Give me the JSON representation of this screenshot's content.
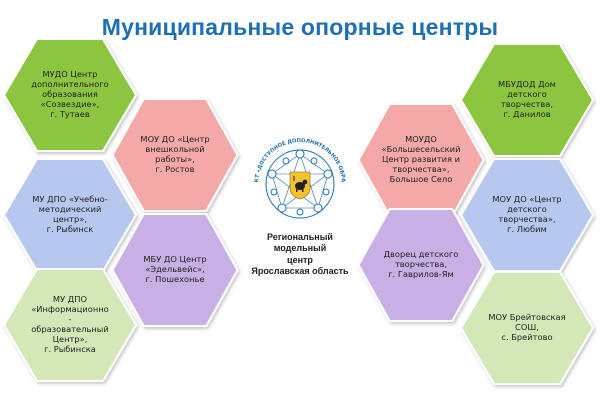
{
  "title": "Муниципальные опорные центры",
  "colors": {
    "title": "#1f6fb3",
    "green": "#8cc63f",
    "pink": "#f4a9a8",
    "blue": "#b7c8ee",
    "purple": "#c8b0e4",
    "light_green": "#d3e8b6"
  },
  "hexagons": [
    {
      "id": "sozvezdie",
      "text": "МУДО Центр\nдополнительного\nобразования\n«Созвездие»,\nг. Тутаев",
      "color": "green"
    },
    {
      "id": "rostov",
      "text": "МОУ ДО «Центр\nвнешкольной\nработы»,\nг. Ростов",
      "color": "pink"
    },
    {
      "id": "rybinsk-umc",
      "text": "МУ ДПО «Учебно-\nметодический\nцентр»,\nг. Рыбинск",
      "color": "blue"
    },
    {
      "id": "poshekhonye",
      "text": "МБУ ДО Центр\n«Эдельвейс»,\nг. Пошехонье",
      "color": "purple"
    },
    {
      "id": "rybinsk-ioc",
      "text": "МУ ДПО\n«Информационно\n-\nобразовательный\nЦентр»,\nг. Рыбинска",
      "color": "light_green"
    },
    {
      "id": "bolshoe-selo",
      "text": "МОУДО\n«Большесельский\nЦентр развития и\nтворчества»,\nБольшое Село",
      "color": "pink"
    },
    {
      "id": "danilov",
      "text": "МБУДОД Дом\nдетского\nтворчества,\nг. Данилов",
      "color": "green"
    },
    {
      "id": "lyubim",
      "text": "МОУ ДО «Центр\nдетского\nтворчества»,\nг. Любим",
      "color": "blue"
    },
    {
      "id": "gavrilov-yam",
      "text": "Дворец детского\nтворчества,\nг. Гаврилов-Ям",
      "color": "purple"
    },
    {
      "id": "breitovo",
      "text": "МОУ Брейтовская\nСОШ,\nс. Брейтово",
      "color": "light_green"
    }
  ],
  "center": {
    "label": "Региональный\nмодельный\nцентр\nЯрославская область",
    "emblem_ring_text": "ПРИОРИТЕТНЫЙ ПРОЕКТ «ДОСТУПНОЕ ДОПОЛНИТЕЛЬНОЕ ОБРАЗОВАНИЕ ДЛЯ ДЕТЕЙ»",
    "emblem_icon": "bear-coat-of-arms-icon",
    "emblem_colors": {
      "shield": "#f2c230",
      "ring": "#1f6fb3",
      "bear": "#222222"
    }
  }
}
